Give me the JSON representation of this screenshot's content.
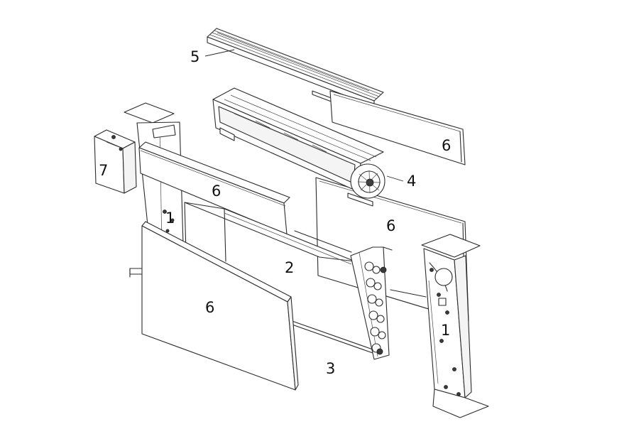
{
  "labels": {
    "l5": "5",
    "l6_top_right": "6",
    "l4": "4",
    "l7": "7",
    "l6_upper_panel": "6",
    "l1_left": "1",
    "l6_right_mid": "6",
    "l2": "2",
    "l6_front_panel": "6",
    "l1_right": "1",
    "l3": "3"
  }
}
